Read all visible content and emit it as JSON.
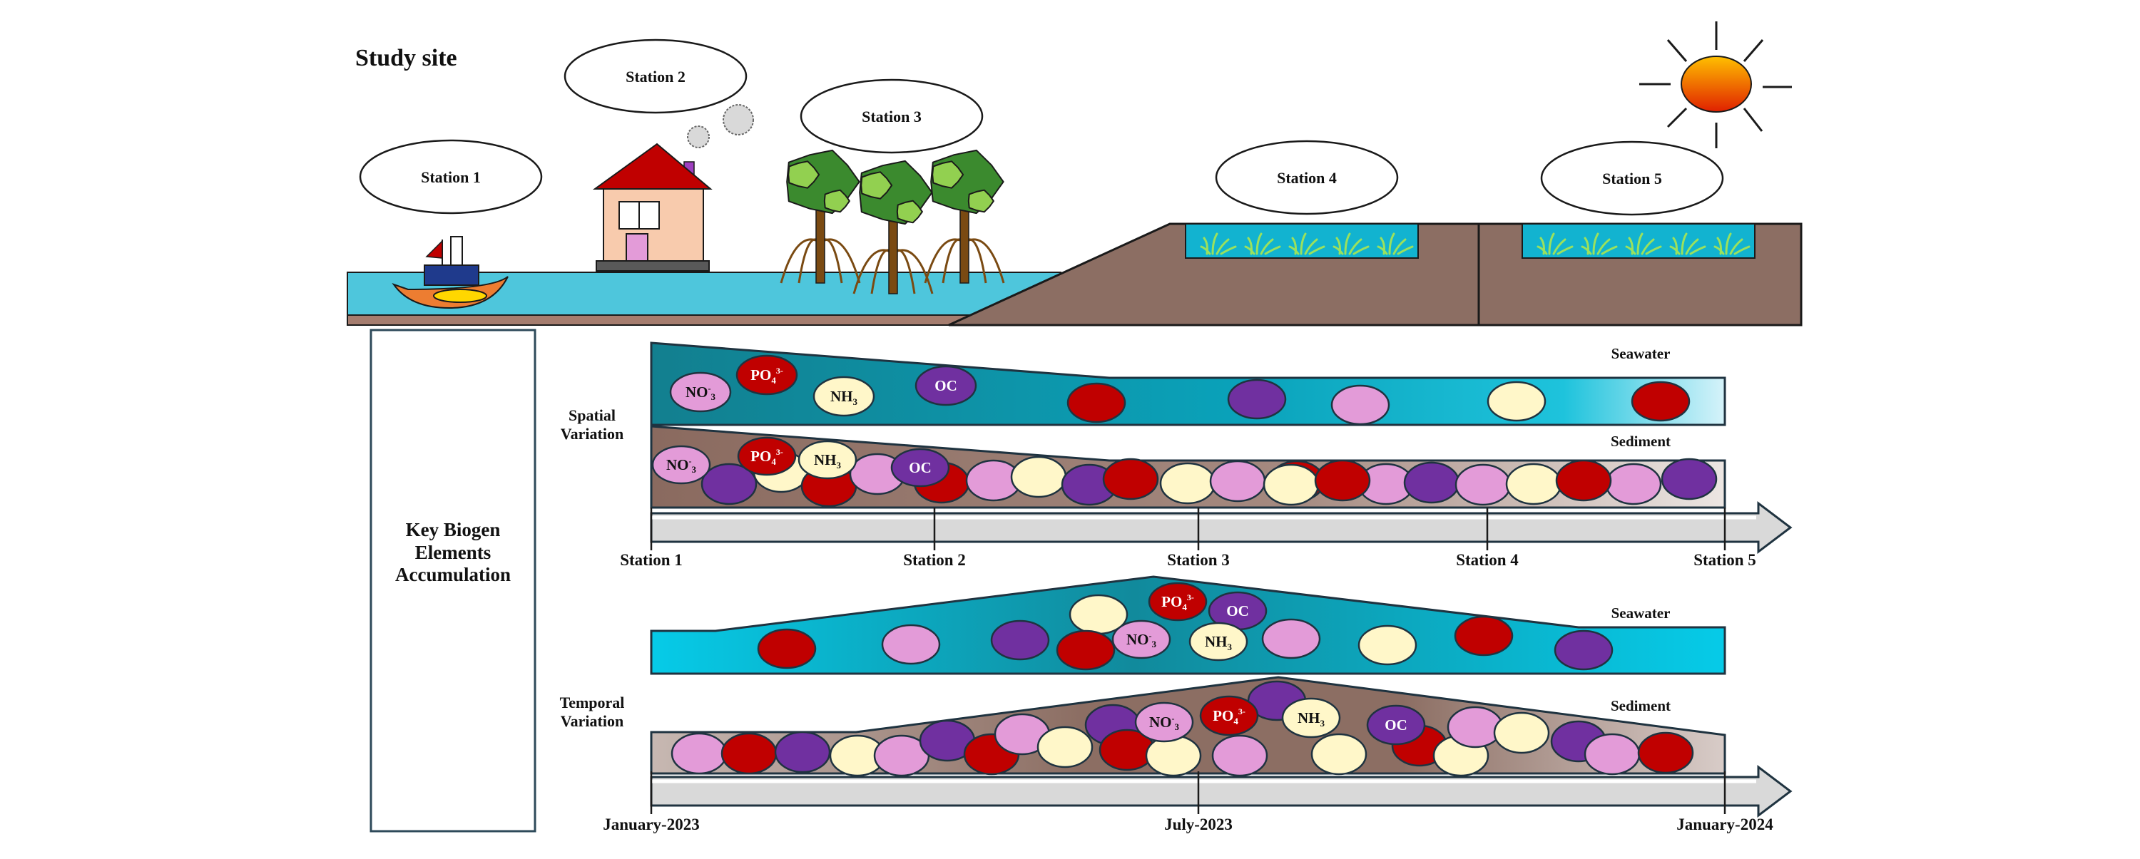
{
  "title": "Study site",
  "stations": [
    {
      "id": 1,
      "label": "Station 1",
      "feature": "boat"
    },
    {
      "id": 2,
      "label": "Station 2",
      "feature": "house"
    },
    {
      "id": 3,
      "label": "Station 3",
      "feature": "mangrove"
    },
    {
      "id": 4,
      "label": "Station 4",
      "feature": "seagrass-pond"
    },
    {
      "id": 5,
      "label": "Station 5",
      "feature": "seagrass-pond"
    }
  ],
  "key_box": {
    "line1": "Key Biogen",
    "line2": "Elements",
    "line3": "Accumulation"
  },
  "spatial": {
    "label_line1": "Spatial",
    "label_line2": "Variation",
    "seawater_label": "Seawater",
    "sediment_label": "Sediment",
    "axis_ticks": [
      "Station 1",
      "Station 2",
      "Station 3",
      "Station 4",
      "Station 5"
    ]
  },
  "temporal": {
    "label_line1": "Temporal",
    "label_line2": "Variation",
    "seawater_label": "Seawater",
    "sediment_label": "Sediment",
    "axis_ticks": [
      "January-2023",
      "July-2023",
      "January-2024"
    ]
  },
  "elements": {
    "no3": {
      "label": "NO",
      "sup": "-",
      "sub": "3",
      "color": "#e39bd8"
    },
    "po4": {
      "label": "PO",
      "sub": "4",
      "sup": "3-",
      "color": "#c00000"
    },
    "nh3": {
      "label": "NH",
      "sub": "3",
      "color": "#fff7c9"
    },
    "oc": {
      "label": "OC",
      "color": "#7030a0"
    }
  },
  "colors": {
    "water": "#4ec6dc",
    "seawater_dark": "#118a9c",
    "seawater_light": "#06cbe8",
    "sediment": "#8c6e63",
    "sediment_light": "#d8ccc8",
    "axis_fill": "#d9d9d9",
    "outline": "#1f3340",
    "roof": "#c00000",
    "house_wall": "#f8cbad",
    "door": "#e39bd8",
    "chimney": "#9e3fbf",
    "tree_dark": "#3b8a2e",
    "tree_light": "#92d050",
    "trunk": "#7a4a12",
    "boat_hull": "#ed7d31",
    "boat_cabin": "#1f3a8c",
    "boat_deck": "#ffd700",
    "sun_top": "#ffc000",
    "sun_bottom": "#e02000"
  }
}
